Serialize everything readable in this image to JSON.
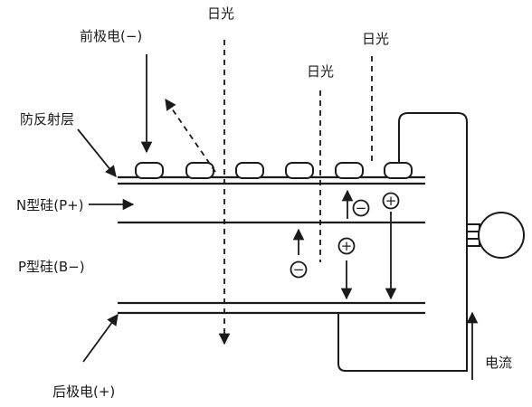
{
  "labels": {
    "front_electrode": "前极电(−)",
    "anti_reflection": "防反射层",
    "n_silicon": "N型硅(P+)",
    "p_silicon": "P型硅(B−)",
    "back_electrode": "后极电(+)",
    "sunlight_1": "日光",
    "sunlight_2": "日光",
    "sunlight_3": "日光",
    "current": "电流"
  },
  "carriers": {
    "negative": "−",
    "positive": "+"
  },
  "colors": {
    "ink": "#1a1a1a",
    "background": "#ffffff"
  },
  "icons": {
    "load": "light-bulb-icon"
  }
}
